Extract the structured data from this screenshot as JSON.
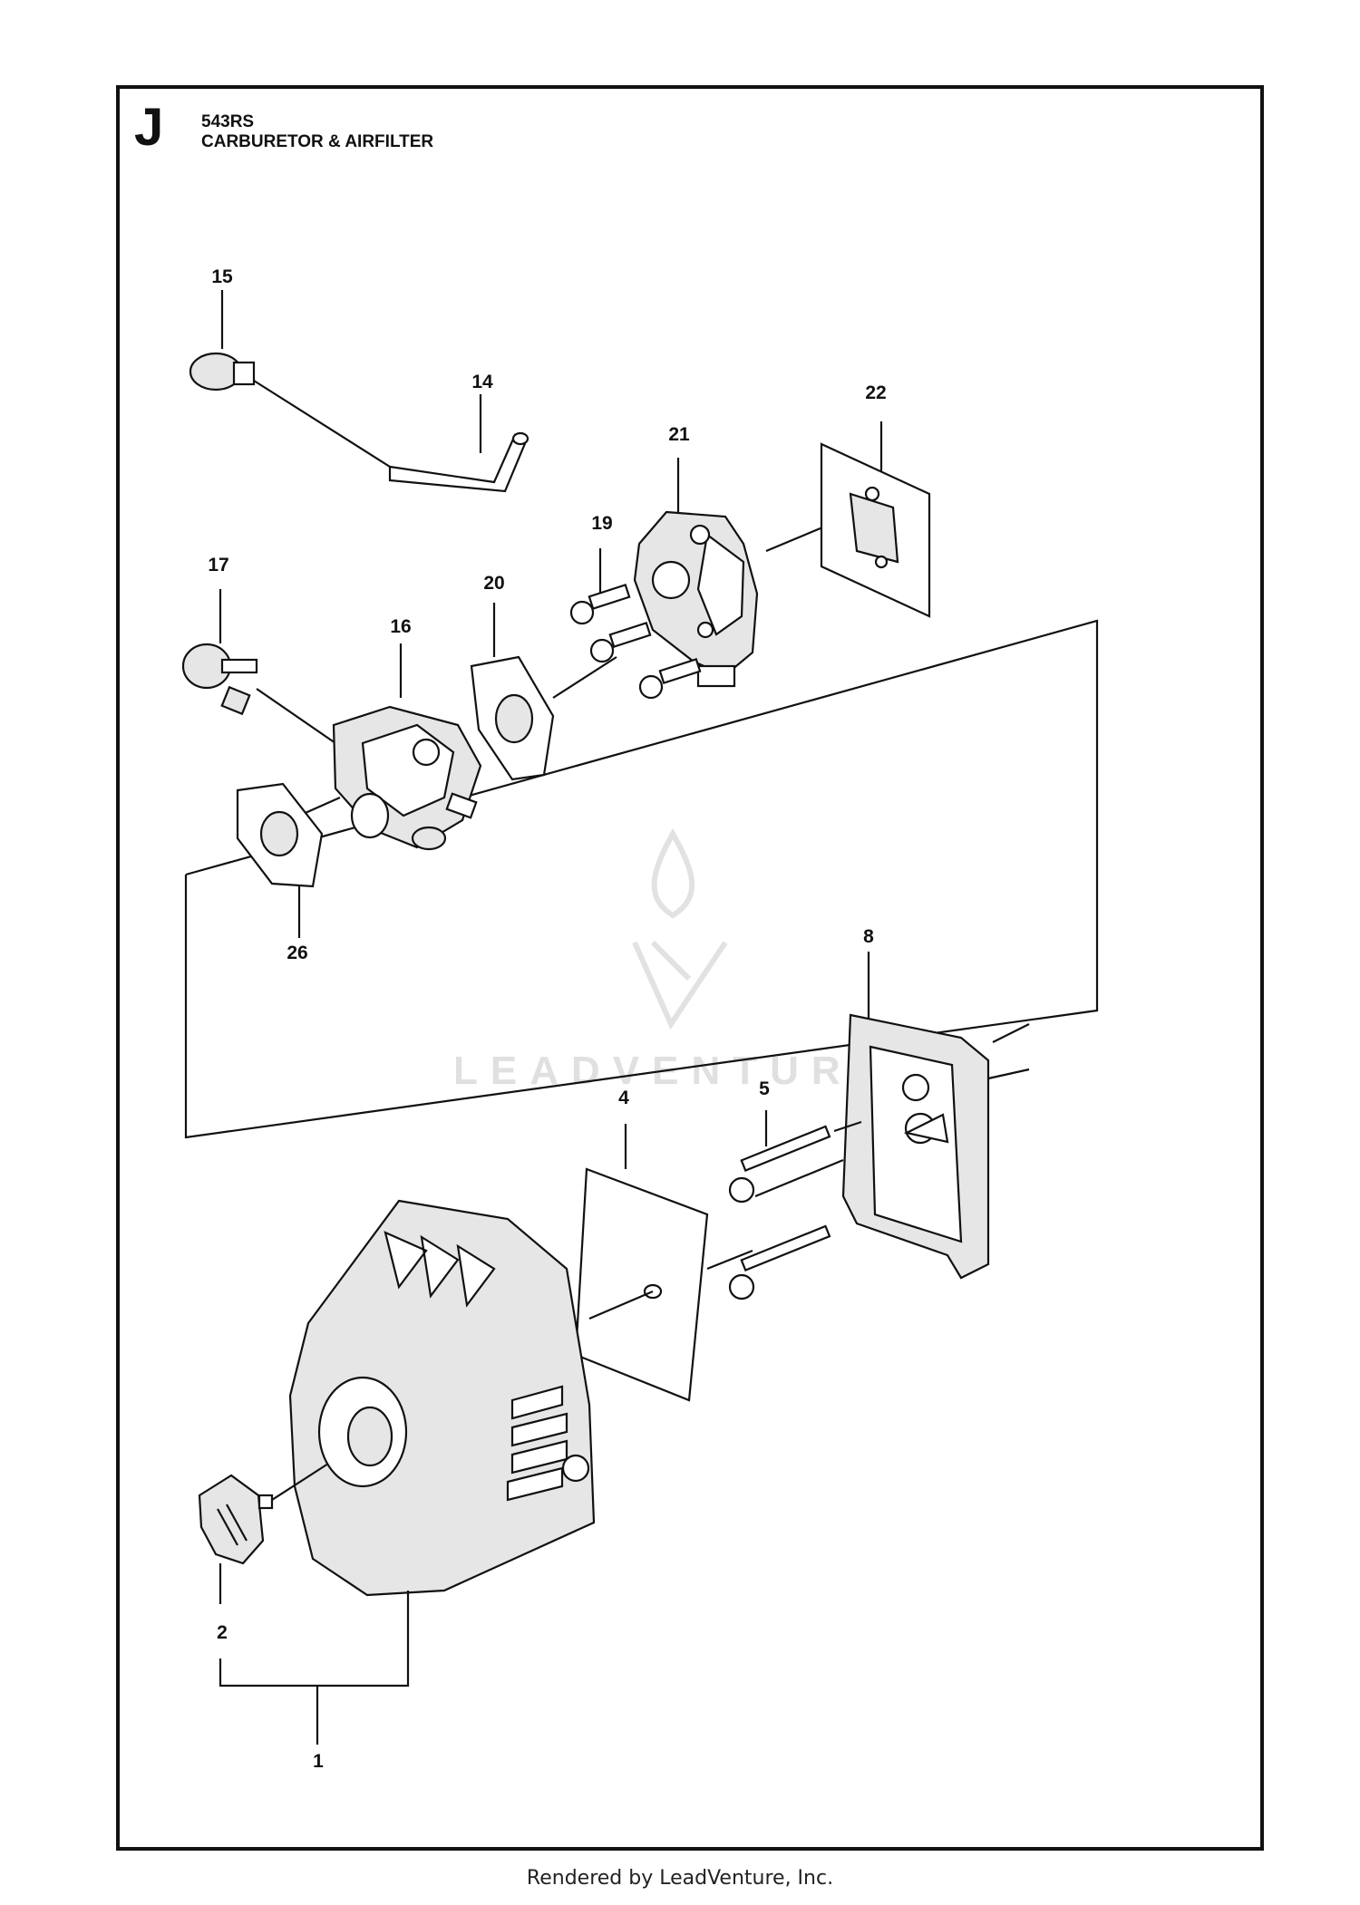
{
  "header": {
    "section_letter": "J",
    "model": "543RS",
    "title": "CARBURETOR & AIRFILTER"
  },
  "callouts": {
    "c1": "1",
    "c2": "2",
    "c4": "4",
    "c5": "5",
    "c8": "8",
    "c14": "14",
    "c15": "15",
    "c16": "16",
    "c17": "17",
    "c19": "19",
    "c20": "20",
    "c21": "21",
    "c22": "22",
    "c26": "26"
  },
  "watermark": "LEADVENTURE",
  "footer": "Rendered by LeadVenture, Inc."
}
